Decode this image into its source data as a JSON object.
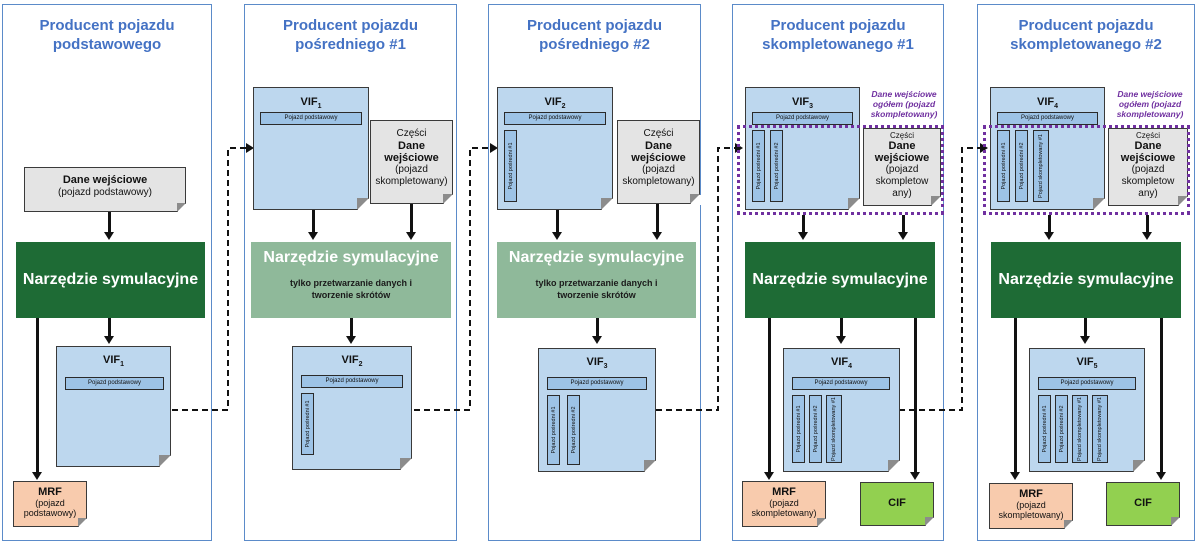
{
  "columns": [
    {
      "title_line1": "Producent pojazdu",
      "title_line2": "podstawowego"
    },
    {
      "title_line1": "Producent pojazdu",
      "title_line2": "pośredniego #1"
    },
    {
      "title_line1": "Producent pojazdu",
      "title_line2": "pośredniego #2"
    },
    {
      "title_line1": "Producent pojazdu",
      "title_line2": "skompletowanego #1"
    },
    {
      "title_line1": "Producent pojazdu",
      "title_line2": "skompletowanego #2"
    }
  ],
  "labels": {
    "vif": "VIF",
    "base_vehicle_strip": "Pojazd podstawowy",
    "intermediate_1": "Pojazd pośredni #1",
    "intermediate_2": "Pojazd pośredni #2",
    "completed_1": "Pojazd skompletowany #1",
    "sim_tool": "Narzędzie symulacyjne",
    "sim_tool_sub_line1": "tylko przetwarzanie danych i",
    "sim_tool_sub_line2": "tworzenie skrótów",
    "mrf": "MRF",
    "cif": "CIF"
  },
  "subscripts": {
    "one": "1",
    "two": "2",
    "three": "3",
    "four": "4",
    "five": "5"
  },
  "col1": {
    "input_bold": "Dane wejściowe",
    "input_sub": "(pojazd podstawowy)",
    "mrf_sub1": "(pojazd",
    "mrf_sub2": "podstawowy)"
  },
  "col2": {
    "parts_line1": "Części",
    "parts_bold1": "Dane",
    "parts_bold2": "wejściowe",
    "parts_sub1": "(pojazd",
    "parts_sub2": "skompletowany)"
  },
  "col3": {
    "parts_line1": "Części",
    "parts_bold1": "Dane",
    "parts_bold2": "wejściowe",
    "parts_sub1": "(pojazd",
    "parts_sub2": "skompletowany)"
  },
  "col4": {
    "note_line1": "Dane wejściowe",
    "note_line2": "ogółem (pojazd",
    "note_line3": "skompletowany)",
    "parts_line1": "Części",
    "parts_bold1": "Dane",
    "parts_bold2": "wejściowe",
    "parts_sub1": "(pojazd",
    "parts_sub2": "skompletow",
    "parts_sub3": "any)",
    "mrf_sub1": "(pojazd",
    "mrf_sub2": "skompletowany)"
  },
  "col5": {
    "note_line1": "Dane wejściowe",
    "note_line2": "ogółem (pojazd",
    "note_line3": "skompletowany)",
    "parts_line1": "Części",
    "parts_bold1": "Dane",
    "parts_bold2": "wejściowe",
    "parts_sub1": "(pojazd",
    "parts_sub2": "skompletow",
    "parts_sub3": "any)",
    "mrf_sub1": "(pojazd",
    "mrf_sub2": "skompletowany)"
  }
}
